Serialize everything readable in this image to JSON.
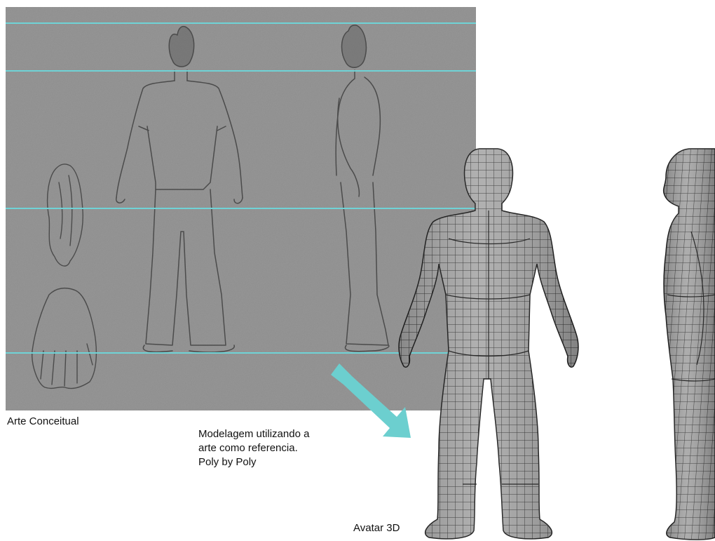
{
  "captions": {
    "concept_art": "Arte Conceitual",
    "modeling_line1": "Modelagem utilizando a",
    "modeling_line2": "arte como referencia.",
    "modeling_line3": "Poly by Poly",
    "avatar": "Avatar 3D"
  },
  "colors": {
    "sketch_background": "#8d8d8d",
    "guide_lines": "#6fd3d6",
    "arrow": "#6ccfcf",
    "mesh_fill": "#a3a3a3",
    "mesh_lines": "#2b2b2b",
    "pencil": "#3a3a3a"
  },
  "icons": {
    "arrow": "arrow-down-right-icon"
  }
}
